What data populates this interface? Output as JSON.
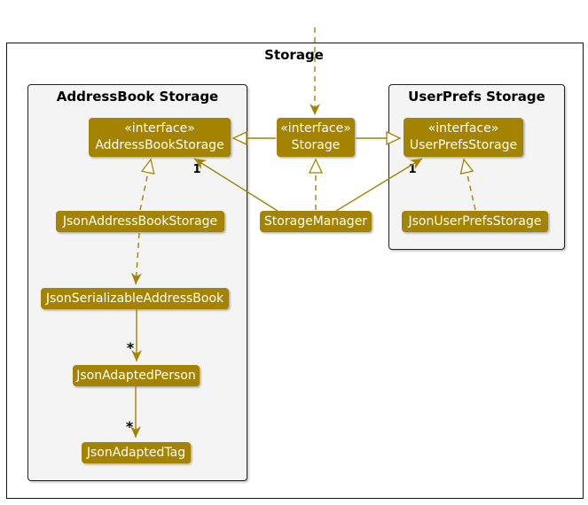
{
  "frame": {
    "title": "Storage"
  },
  "packages": {
    "addressbook": {
      "title": "AddressBook Storage"
    },
    "userprefs": {
      "title": "UserPrefs Storage"
    }
  },
  "nodes": {
    "storage_interface": {
      "stereotype": "«interface»",
      "name": "Storage"
    },
    "addressbook_storage_interface": {
      "stereotype": "«interface»",
      "name": "AddressBookStorage"
    },
    "userprefs_storage_interface": {
      "stereotype": "«interface»",
      "name": "UserPrefsStorage"
    },
    "storage_manager": {
      "name": "StorageManager"
    },
    "json_addressbook_storage": {
      "name": "JsonAddressBookStorage"
    },
    "json_userprefs_storage": {
      "name": "JsonUserPrefsStorage"
    },
    "json_serializable_addressbook": {
      "name": "JsonSerializableAddressBook"
    },
    "json_adapted_person": {
      "name": "JsonAdaptedPerson"
    },
    "json_adapted_tag": {
      "name": "JsonAdaptedTag"
    }
  },
  "multiplicities": {
    "storagemanager_to_addressbookstorage": "1",
    "storagemanager_to_userprefsstorage": "1",
    "serializable_to_person": "*",
    "person_to_tag": "*"
  },
  "colors": {
    "accent": "#A38300",
    "node_text": "#FFFFFF",
    "package_background": "#F4F4F4",
    "border": "#141414"
  }
}
